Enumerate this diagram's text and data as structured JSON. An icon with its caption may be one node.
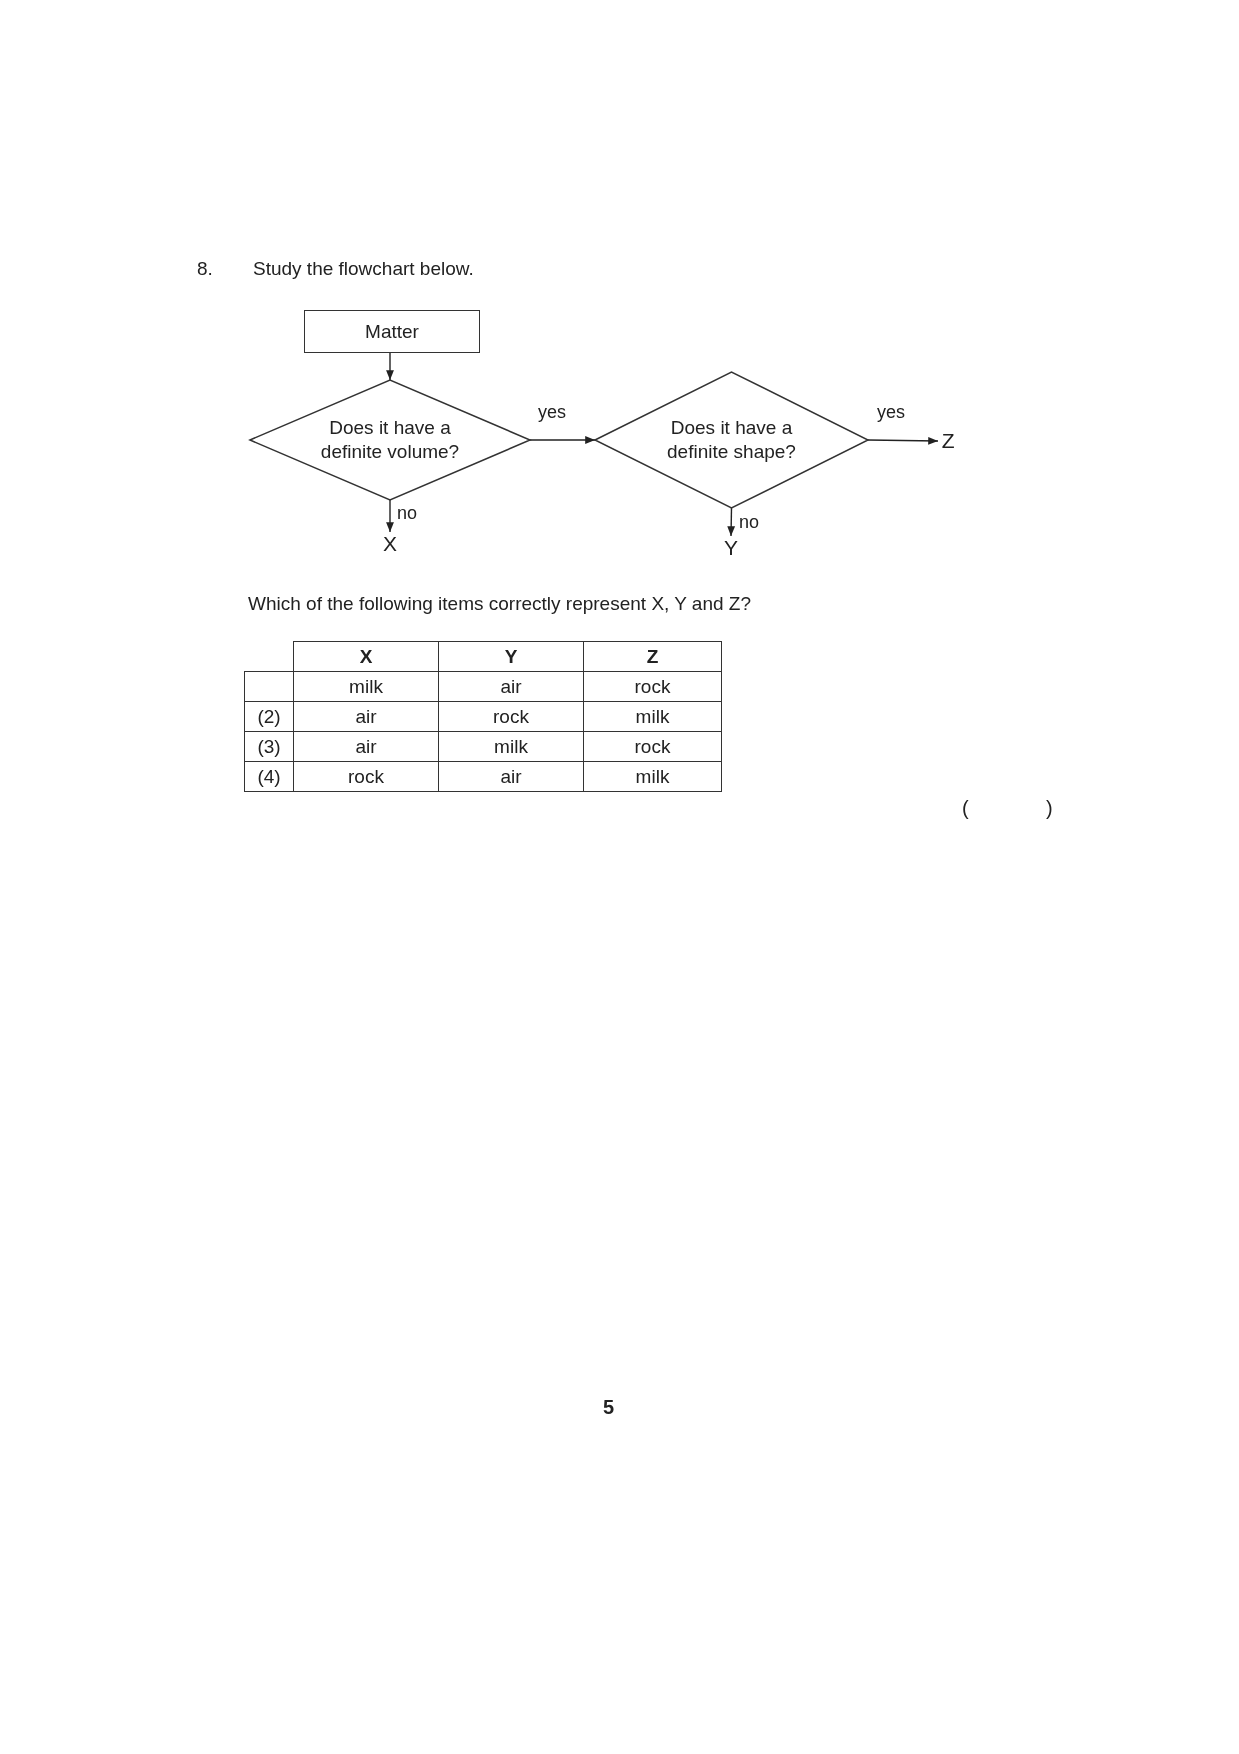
{
  "diagram": {
    "nodes": [
      {
        "text": [
          "Matter"
        ]
      },
      {
        "text": [
          "Does it have a definite volume?"
        ]
      },
      {
        "text": [
          "Does it have a definite shape?"
        ]
      },
      {
        "text": [
          "X"
        ]
      },
      {
        "text": [
          "Y"
        ]
      },
      {
        "text": [
          "Z"
        ]
      }
    ],
    "edges": [
      {
        "from": 0,
        "to": 1,
        "arrow": "to"
      },
      {
        "from": 1,
        "to": 2,
        "arrow": "to",
        "label": "yes"
      },
      {
        "from": 1,
        "to": 3,
        "arrow": "to",
        "label": "no"
      },
      {
        "from": 2,
        "to": 4,
        "arrow": "to",
        "label": "no"
      },
      {
        "from": 2,
        "to": 5,
        "arrow": "to",
        "label": "yes"
      }
    ],
    "labels": [
      "8.",
      "Study the flowchart below.",
      "Which of the following items correctly represent X, Y and Z?",
      "X",
      "Y",
      "Z",
      "milk",
      "air",
      "rock",
      "(2)",
      "air",
      "rock",
      "milk",
      "(3)",
      "air",
      "milk",
      "rock",
      "(4)",
      "rock",
      "air",
      "milk",
      "(",
      ")",
      "5"
    ]
  }
}
